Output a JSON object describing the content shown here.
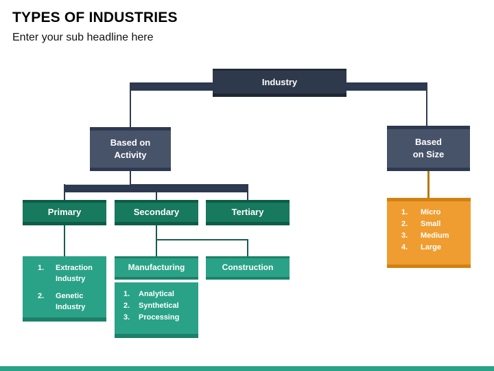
{
  "slide": {
    "title": "TYPES OF INDUSTRIES",
    "subtitle": "Enter your sub headline here"
  },
  "diagram": {
    "industry": {
      "label": "Industry"
    },
    "based_on_activity": {
      "label": "Based on\nActivity"
    },
    "based_on_size": {
      "label": "Based\non Size"
    },
    "primary": {
      "label": "Primary",
      "items": [
        {
          "num": "1.",
          "text": "Extraction Industry"
        },
        {
          "num": "2.",
          "text": "Genetic Industry"
        }
      ]
    },
    "secondary": {
      "label": "Secondary"
    },
    "tertiary": {
      "label": "Tertiary"
    },
    "manufacturing": {
      "label": "Manufacturing",
      "items": [
        {
          "num": "1.",
          "text": "Analytical"
        },
        {
          "num": "2.",
          "text": "Synthetical"
        },
        {
          "num": "3.",
          "text": "Processing"
        }
      ]
    },
    "construction": {
      "label": "Construction"
    },
    "size_categories": {
      "items": [
        {
          "num": "1.",
          "text": "Micro"
        },
        {
          "num": "2.",
          "text": "Small"
        },
        {
          "num": "3.",
          "text": "Medium"
        },
        {
          "num": "4.",
          "text": "Large"
        }
      ]
    }
  },
  "colors": {
    "navy_dark_box": "#2e3a4b",
    "navy_box": "#475369",
    "green_dark_box": "#17795e",
    "teal_box": "#2aa287",
    "orange_box": "#ef9d31",
    "navy_connector": "#2f3b4e",
    "green_connector": "#155c4b",
    "orange_connector": "#b8770f",
    "footer_bar": "#2aa287"
  }
}
